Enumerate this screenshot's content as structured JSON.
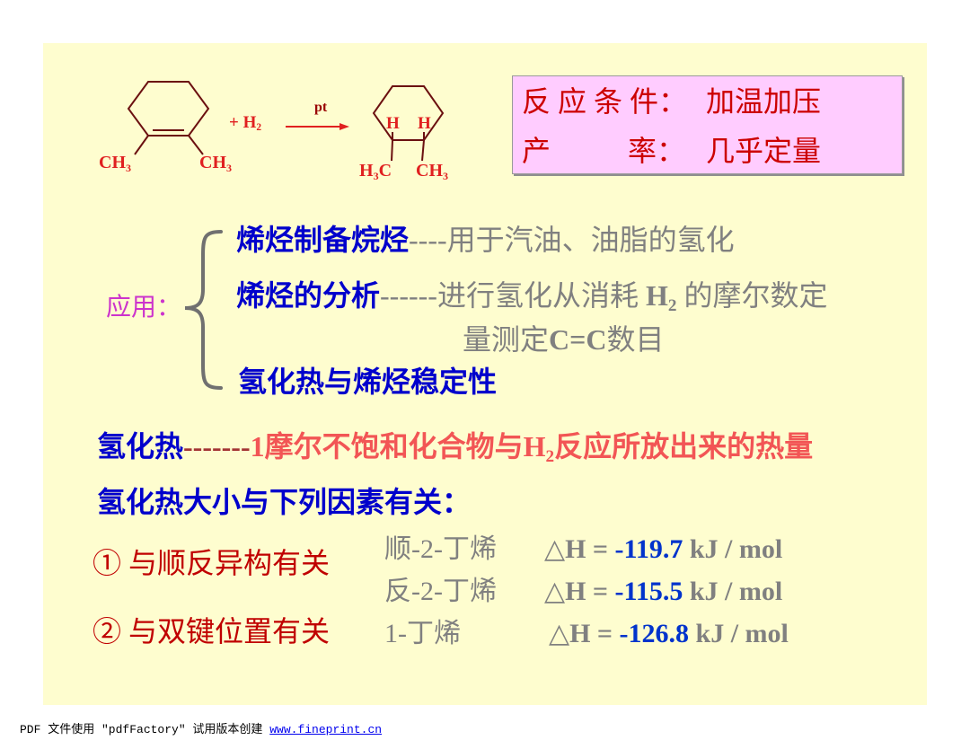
{
  "reaction": {
    "reactant": {
      "methyl_left": {
        "main": "CH",
        "sub": "3"
      },
      "methyl_right": {
        "main": "CH",
        "sub": "3"
      }
    },
    "reagent": {
      "main": "+ H",
      "sub": "2"
    },
    "catalyst": "pt",
    "product": {
      "h_left": "H",
      "h_right": "H",
      "methyl_left": {
        "main": "H",
        "sub": "3",
        "tail": "C"
      },
      "methyl_right": {
        "main": "CH",
        "sub": "3"
      }
    }
  },
  "conditions": {
    "condition_label": "反 应 条 件：",
    "condition_value": "加温加压",
    "yield_label_first": "产",
    "yield_label_second": "率：",
    "yield_value": "几乎定量"
  },
  "applications": {
    "label": "应用：",
    "items": [
      {
        "title": "烯烃制备烷烃",
        "detail": "----用于汽油、油脂的氢化"
      },
      {
        "title": "烯烃的分析",
        "detail_before": "------进行氢化从消耗 ",
        "detail_h": "H",
        "detail_sub": "2",
        "detail_after": " 的摩尔数定",
        "line2_before": "量测定",
        "line2_formula": "C=C",
        "line2_after": "数目"
      },
      {
        "title": "氢化热与烯烃稳定性"
      }
    ]
  },
  "definition": {
    "term": "氢化热",
    "dashes": "-------",
    "text_before": "1摩尔不饱和化合物与H",
    "text_sub": "2",
    "text_after": "反应所放出来的热量"
  },
  "factors": {
    "heading": "氢化热大小与下列因素有关：",
    "groups": [
      {
        "label": "① 与顺反异构有关"
      },
      {
        "label": "② 与双键位置有关"
      }
    ],
    "entries": [
      {
        "compound": "顺-2-丁烯",
        "delta_label": "△H = ",
        "value": "-119.7",
        "unit": " kJ / mol"
      },
      {
        "compound": "反-2-丁烯",
        "delta_label": "△H = ",
        "value": "-115.5",
        "unit": " kJ / mol"
      },
      {
        "compound": "1-丁烯",
        "delta_label": "△H = ",
        "value": "-126.8",
        "unit": " kJ / mol"
      }
    ]
  },
  "footer": {
    "text": "PDF 文件使用 \"pdfFactory\" 试用版本创建 ",
    "link": "www.fineprint.cn"
  },
  "colors": {
    "slide_bg": "#fefdcf",
    "box_bg": "#ffccff",
    "blue": "#0000cc",
    "gray": "#808080",
    "magenta": "#cc33cc",
    "dark_red": "#c00000",
    "box_text": "#cc0000",
    "coral": "#f25555",
    "dash_red": "#a33333",
    "value_blue": "#0033cc",
    "chem_red": "#e02020",
    "bond": "#6b1010",
    "brace": "#707070",
    "link": "#0000ee"
  }
}
